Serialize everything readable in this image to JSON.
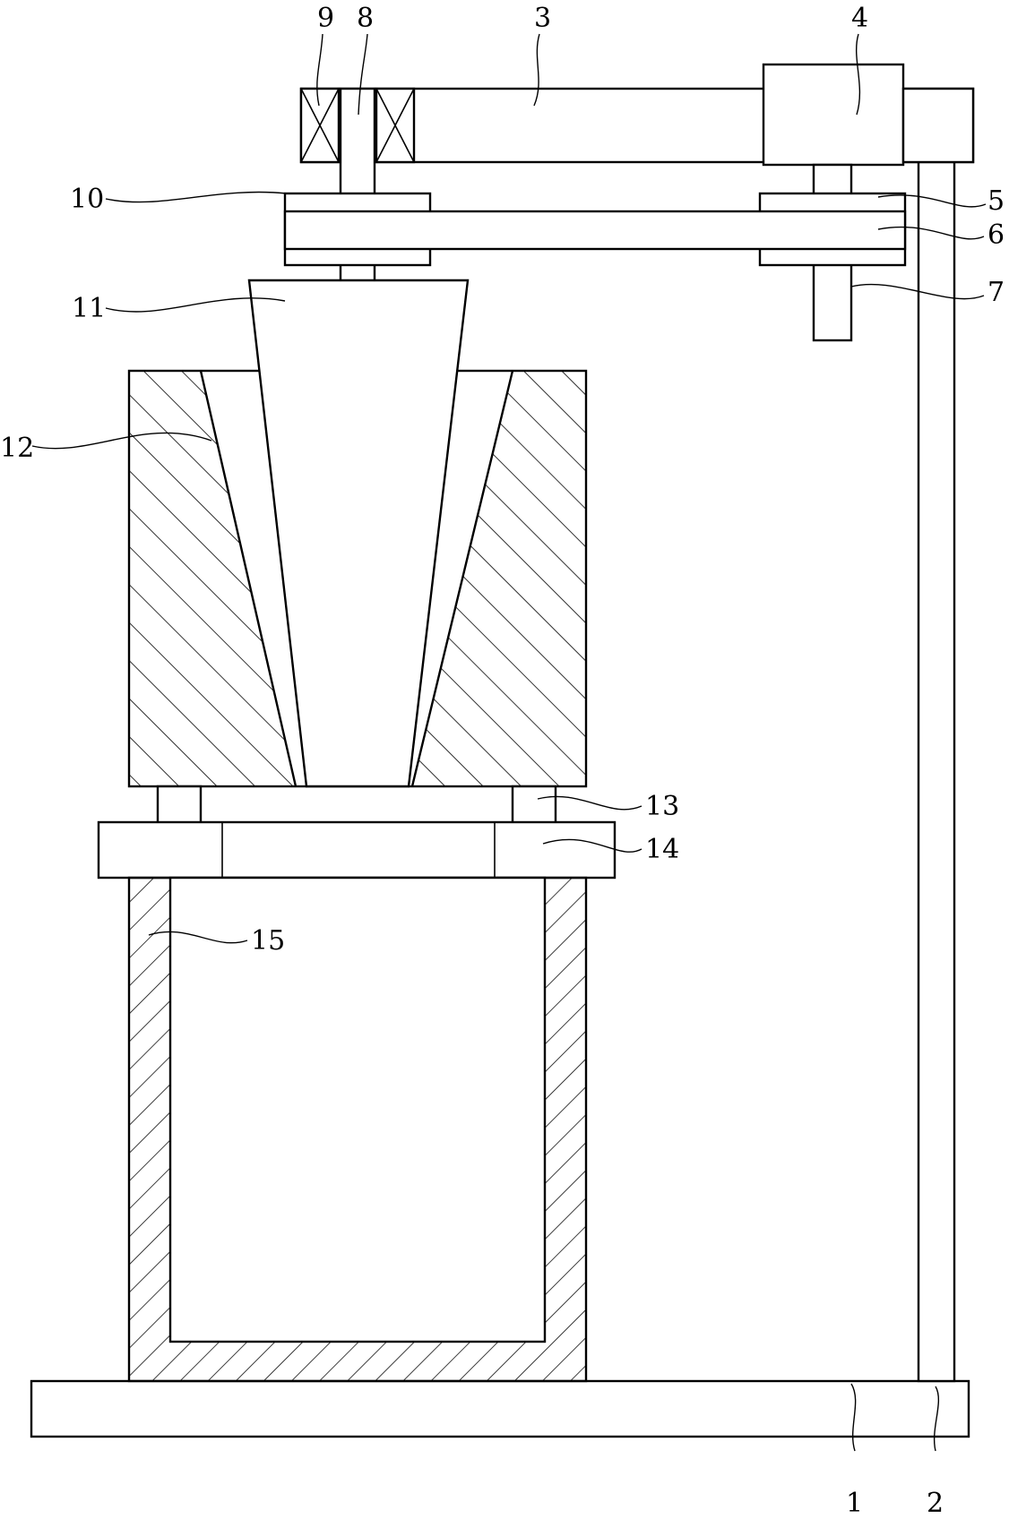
{
  "figure": {
    "labels": {
      "base": "1",
      "post": "2",
      "top_arm": "3",
      "motor": "4",
      "drive_pulley": "5",
      "belt": "6",
      "motor_shaft": "7",
      "driven_shaft": "8",
      "bearing": "9",
      "driven_pulley": "10",
      "cone_grinder": "11",
      "grinding_block": "12",
      "support_leg": "13",
      "collar_plate": "14",
      "collection_bin": "15"
    }
  }
}
